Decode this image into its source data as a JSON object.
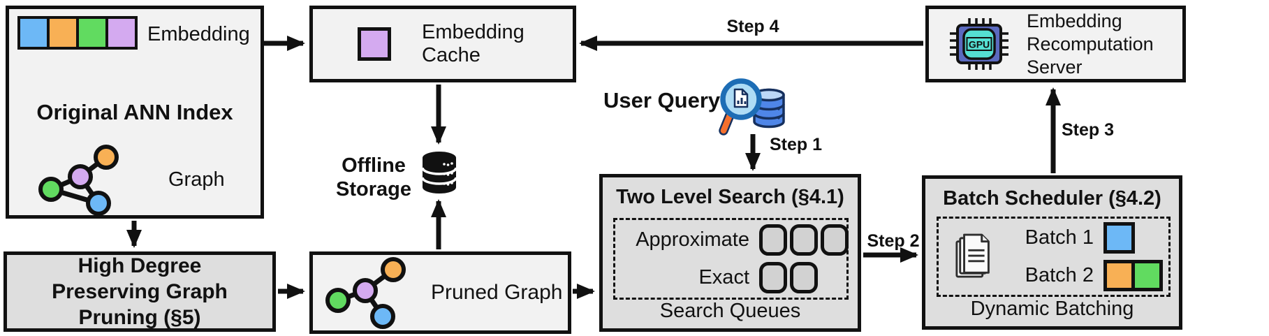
{
  "diagram_type": "system-architecture-flow",
  "colors": {
    "background": "#ffffff",
    "box_light": "#f2f2f2",
    "box_gray": "#dedede",
    "line": "#111111",
    "node_blue": "#6db8f6",
    "node_orange": "#f8b055",
    "node_green": "#61db60",
    "node_purple": "#d4aaf0",
    "queue_fill": "#d2d2d2",
    "gpu_body": "#5b6abf",
    "gpu_core": "#55dfd2",
    "query_db_blue": "#4f86e8",
    "query_lens_fill": "#aedcf5",
    "query_lens_ring": "#1d6db5",
    "query_handle_orange": "#f4702e"
  },
  "boxes": {
    "original_ann_index": {
      "title": "Original ANN Index",
      "embedding_label": "Embedding",
      "graph_label": "Graph"
    },
    "embedding_cache": {
      "title": "Embedding Cache"
    },
    "recomputation_server": {
      "title": "Embedding Recomputation Server"
    },
    "two_level_search": {
      "title": "Two Level Search (§4.1)",
      "approximate_label": "Approximate",
      "exact_label": "Exact",
      "approximate_queue_count": 3,
      "exact_queue_count": 2,
      "footer": "Search Queues"
    },
    "batch_scheduler": {
      "title": "Batch Scheduler (§4.2)",
      "batch1_label": "Batch 1",
      "batch2_label": "Batch 2",
      "batch1_colors": [
        "blue"
      ],
      "batch2_colors": [
        "orange",
        "green"
      ],
      "footer": "Dynamic Batching"
    },
    "graph_pruning": {
      "title": "High Degree Preserving Graph Pruning (§5)"
    },
    "pruned_graph": {
      "label": "Pruned Graph"
    }
  },
  "floating_labels": {
    "offline_storage": "Offline Storage",
    "user_query": "User Query"
  },
  "steps": {
    "step1": "Step 1",
    "step2": "Step 2",
    "step3": "Step 3",
    "step4": "Step 4"
  },
  "gpu_chip_text": "GPU",
  "icons": {
    "embedding_vector_strip": [
      "blue",
      "orange",
      "green",
      "purple"
    ],
    "cache_entry_square": "purple",
    "graph_icon_nodes": [
      "orange",
      "purple",
      "green",
      "blue"
    ],
    "offline_storage_icon": "database-stack",
    "user_query_icon": "magnifier-over-database",
    "recomputation_icon": "gpu-chip",
    "batch_docs_icon": "stacked-documents"
  }
}
